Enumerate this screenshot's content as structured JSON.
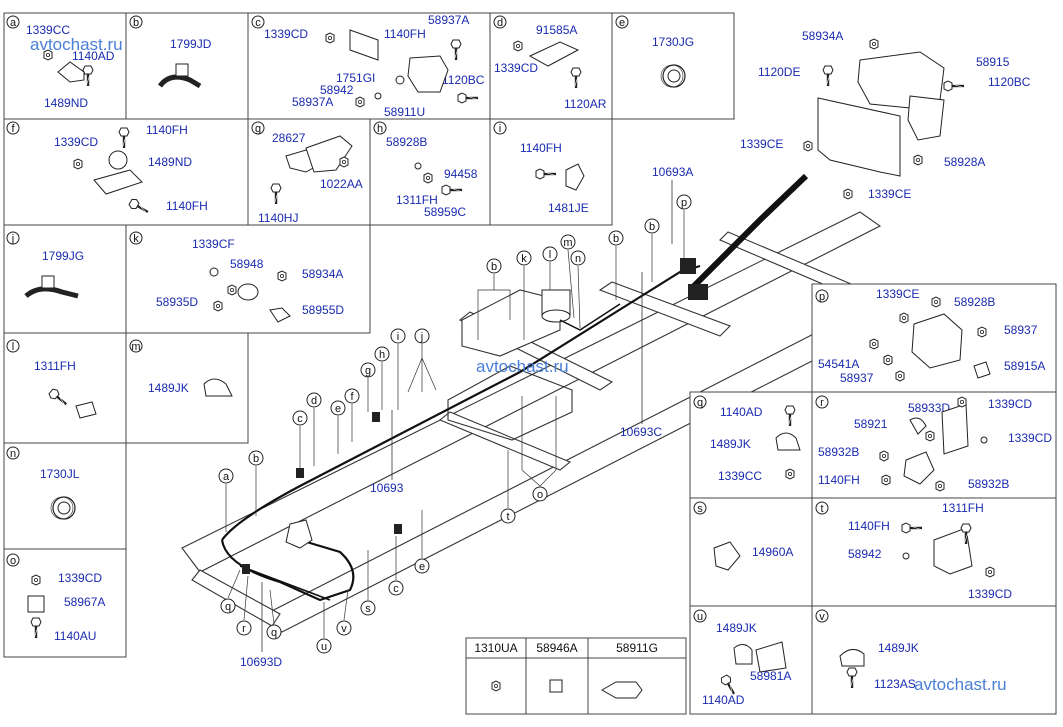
{
  "watermark": "avtochast.ru",
  "cells": {
    "a": {
      "letter": "a",
      "labels": [
        "1339CC",
        "1140AD",
        "1489ND"
      ]
    },
    "b": {
      "letter": "b",
      "labels": [
        "1799JD"
      ]
    },
    "c": {
      "letter": "c",
      "labels": [
        "1339CD",
        "1140FH",
        "58937A",
        "1751GI",
        "58942",
        "1120BC",
        "58937A",
        "58911U"
      ]
    },
    "d": {
      "letter": "d",
      "labels": [
        "91585A",
        "1339CD",
        "1120AR"
      ]
    },
    "e": {
      "letter": "e",
      "labels": [
        "1730JG"
      ]
    },
    "f": {
      "letter": "f",
      "labels": [
        "1339CD",
        "1140FH",
        "1489ND",
        "1140FH"
      ]
    },
    "g": {
      "letter": "g",
      "labels": [
        "28627",
        "1022AA",
        "1140HJ"
      ]
    },
    "h": {
      "letter": "h",
      "labels": [
        "58928B",
        "94458",
        "1311FH",
        "58959C"
      ]
    },
    "i": {
      "letter": "i",
      "labels": [
        "1140FH",
        "1481JE"
      ]
    },
    "j": {
      "letter": "j",
      "labels": [
        "1799JG"
      ]
    },
    "k": {
      "letter": "k",
      "labels": [
        "1339CF",
        "58948",
        "58934A",
        "58935D",
        "58955D"
      ]
    },
    "l": {
      "letter": "l",
      "labels": [
        "1311FH"
      ]
    },
    "m": {
      "letter": "m",
      "labels": [
        "1489JK"
      ]
    },
    "n": {
      "letter": "n",
      "labels": [
        "1730JL"
      ]
    },
    "o": {
      "letter": "o",
      "labels": [
        "1339CD",
        "58967A",
        "1140AU"
      ]
    },
    "p": {
      "letter": "p",
      "labels": [
        "1339CE",
        "58928B",
        "58937",
        "54541A",
        "58915A",
        "58937"
      ]
    },
    "q": {
      "letter": "q",
      "labels": [
        "1140AD",
        "1489JK",
        "1339CC"
      ]
    },
    "r": {
      "letter": "r",
      "labels": [
        "58933D",
        "1339CD",
        "58921",
        "1339CD",
        "58932B",
        "1140FH",
        "58932B"
      ]
    },
    "s": {
      "letter": "s",
      "labels": [
        "14960A"
      ]
    },
    "t": {
      "letter": "t",
      "labels": [
        "1311FH",
        "1140FH",
        "58942",
        "1339CD"
      ]
    },
    "u": {
      "letter": "u",
      "labels": [
        "1489JK",
        "58981A",
        "1140AD"
      ]
    },
    "v": {
      "letter": "v",
      "labels": [
        "1489JK",
        "1123AS"
      ]
    }
  },
  "top_right_labels": [
    "58934A",
    "58915",
    "1120DE",
    "1120BC",
    "1339CE",
    "58928A",
    "1339CE"
  ],
  "main_labels": [
    "10693A",
    "10693C",
    "10693",
    "10693D"
  ],
  "callouts_main": [
    "a",
    "b",
    "c",
    "d",
    "e",
    "f",
    "g",
    "h",
    "i",
    "j",
    "k",
    "l",
    "m",
    "n",
    "b",
    "b",
    "p",
    "q",
    "r",
    "q",
    "u",
    "v",
    "s",
    "c",
    "e",
    "t",
    "o",
    "b"
  ],
  "table": {
    "headers": [
      "1310UA",
      "58946A",
      "58911G"
    ]
  }
}
